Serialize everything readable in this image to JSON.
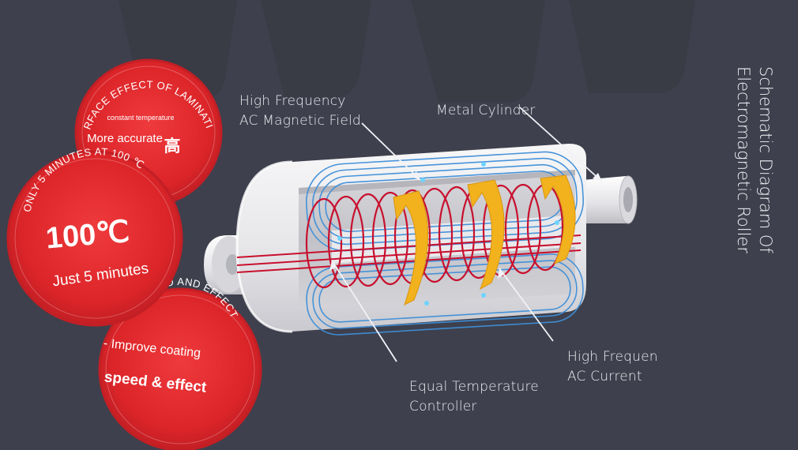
{
  "title": {
    "line1": "Schematic Diagram Of",
    "line2": "Electromagnetic Roller"
  },
  "callouts": {
    "magnetic_field": {
      "line1": "High Frequency",
      "line2": "AC Magnetic Field"
    },
    "metal_cylinder": {
      "line1": "Metal Cylinder"
    },
    "ac_current": {
      "line1": "High Frequen",
      "line2": "AC Current"
    },
    "temperature_controller": {
      "line1": "Equal Temperature",
      "line2": "Controller"
    }
  },
  "badges": {
    "lamination": {
      "arc_text": "SURFACE EFFECT OF LAMINATION",
      "small_text": "constant temperature",
      "main_text": "More accurate",
      "glyph": "高"
    },
    "temperature": {
      "arc_text": "ONLY 5 MINUTES AT 100  ℃",
      "big_text": "100℃",
      "main_text": "Just 5 minutes"
    },
    "coating": {
      "arc_text": "SPEED AND EFFECT",
      "line1": "- Improve coating",
      "line2": "speed & effect"
    }
  },
  "colors": {
    "background": "#3e404d",
    "badge_red": "#df2a2f",
    "coil_red": "#c8102e",
    "field_blue": "#3f8fd8",
    "arrow_yellow": "#f2b21d",
    "cylinder_white": "#ececee"
  }
}
